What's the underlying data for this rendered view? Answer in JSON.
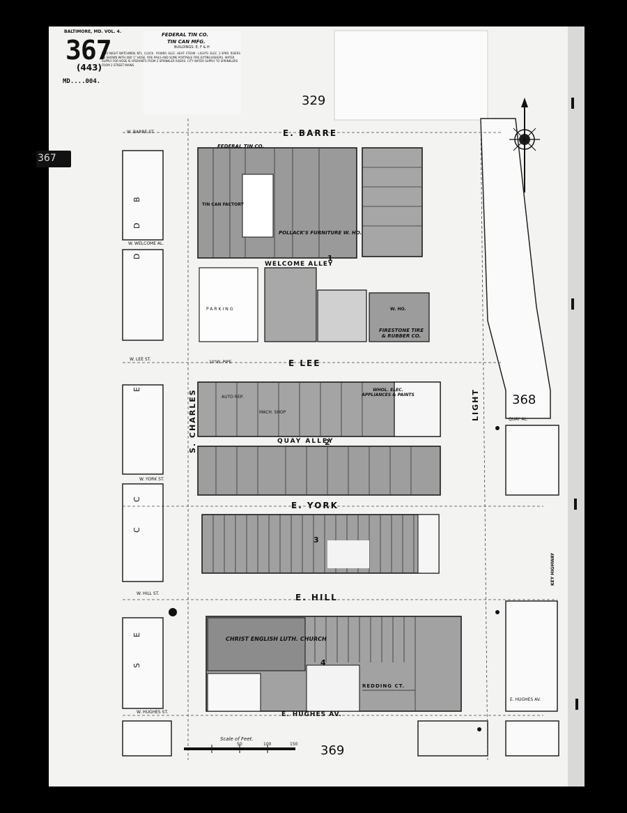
{
  "header": {
    "volume_label": "BALTIMORE, MD. VOL. 4.",
    "sheet_number": "367",
    "old_sheet_number": "(443)",
    "ref_code": "MD....004.",
    "side_tab": "367"
  },
  "legend_block": {
    "title_1": "FEDERAL TIN CO.",
    "title_2": "TIN CAN MFG.",
    "title_3": "BUILDINGS: E, F & H",
    "notes": "TWO NIGHT WATCHMEN. NTL. CLOCK - POWER: ELEC. HEAT: STEAM - LIGHTS: ELEC. 2 SPKR. RISERS AS SHOWN WITH 408' 1\" HOSE. FIRE PAILS AND SOME PORTABLE FIRE EXTINGUISHERS. WATER SUPPLY FOR HOSE IS HYDRANTS FROM 2 SPRINKLER RISERS. CITY WATER SUPPLY TO SPRINKLERS FROM 2 STREET MAINS."
  },
  "adjoining_sheets": {
    "north": "329",
    "east": "368",
    "south": "369"
  },
  "streets": {
    "e_barre": "E. BARRE",
    "w_barre": "W. BARRE ST.",
    "welcome_alley": "WELCOME ALLEY",
    "w_welcome": "W. WELCOME AL.",
    "e_lee": "E LEE",
    "w_lee": "W. LEE ST.",
    "quay_alley": "QUAY ALLEY",
    "quay_al": "QUAY AL.",
    "e_york": "E. YORK",
    "w_york": "W. YORK ST.",
    "e_hill": "E. HILL",
    "w_hill": "W. HILL ST.",
    "e_hughes": "E. HUGHES AV.",
    "w_hughes": "W. HUGHES ST.",
    "e_hughes_side": "E. HUGHES AV.",
    "s_charles": "S. CHARLES",
    "light": "LIGHT",
    "key_highway": "KEY HIGHWAY",
    "redding_ct": "REDDING CT.",
    "pipe_note": "10\"W. PIPE"
  },
  "block_numbers": [
    "1",
    "2",
    "3",
    "4"
  ],
  "buildings": {
    "federal_tin": "FEDERAL TIN CO.",
    "tin_can_factory": "TIN CAN FACTORY",
    "pollacks": "POLLACK'S FURNITURE W. HO.",
    "parking": "PARKING",
    "firestone": "FIRESTONE TIRE & RUBBER CO.",
    "whol_elec": "WHOL. ELEC. APPLIANCES & PAINTS",
    "auto_rep": "AUTO REP.",
    "mach_shop": "MACH. SHOP",
    "christ_church": "CHRIST ENGLISH LUTH. CHURCH",
    "whse": "W. HO."
  },
  "scale": {
    "label": "Scale of Feet.",
    "ticks": [
      "50",
      "100",
      "150"
    ]
  },
  "side_column_letters_upper": [
    "B",
    "D",
    "D"
  ],
  "side_column_letters_lower": [
    "E",
    "C",
    "C",
    "E",
    "S"
  ]
}
